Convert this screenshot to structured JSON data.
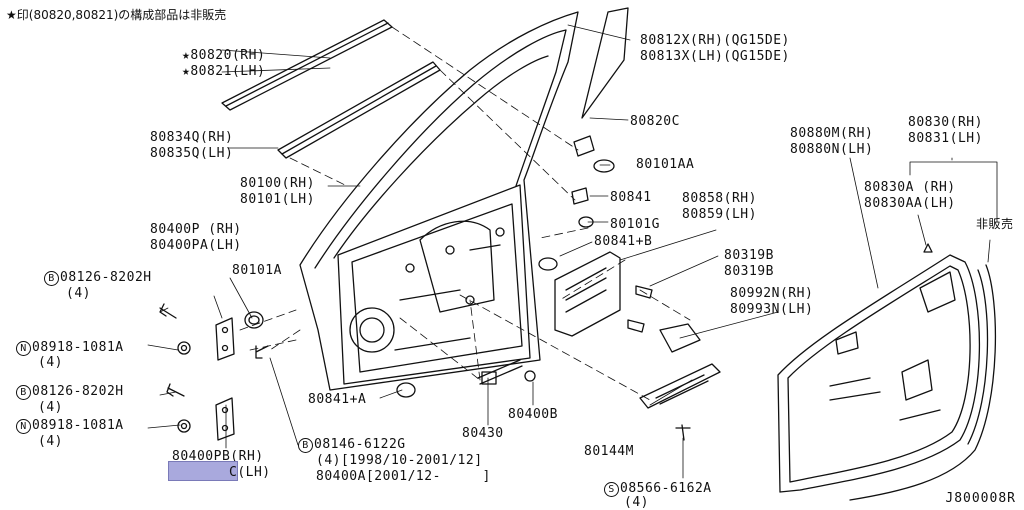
{
  "header_note": "★印(80820,80821)の構成部品は非販売",
  "diagram_ref": "J800008R",
  "labels": {
    "p80820_rh": "★80820(RH)",
    "p80821_lh": "★80821(LH)",
    "p80834q_rh": "80834Q(RH)",
    "p80835q_lh": "80835Q(LH)",
    "p80100_rh": "80100(RH)",
    "p80101_lh": "80101(LH)",
    "p80400p_rh": "80400P (RH)",
    "p80400pa_lh": "80400PA(LH)",
    "p80101a": "80101A",
    "p08126_1": "08126-8202H",
    "p08126_1_qty": "(4)",
    "p08918_1": "08918-1081A",
    "p08918_1_qty": "(4)",
    "p08126_2": "08126-8202H",
    "p08126_2_qty": "(4)",
    "p08918_2": "08918-1081A",
    "p08918_2_qty": "(4)",
    "p80400pb_rh": "80400PB(RH)",
    "p80400pc_lh": "C(LH)",
    "p08146": "08146-6122G",
    "p08146_qty": "(4)[1998/10-2001/12]",
    "p80400a": "80400A[2001/12-     ]",
    "p80841a": "80841+A",
    "p80430": "80430",
    "p80400b": "80400B",
    "p80812x": "80812X(RH)(QG15DE)",
    "p80813x": "80813X(LH)(QG15DE)",
    "p80820c": "80820C",
    "p80101aa": "80101AA",
    "p80841": "80841",
    "p80101g": "80101G",
    "p80841b": "80841+B",
    "p80858": "80858(RH)",
    "p80859": "80859(LH)",
    "p80319b_1": "80319B",
    "p80319b_2": "80319B",
    "p80992n": "80992N(RH)",
    "p80993n": "80993N(LH)",
    "p80144m": "80144M",
    "p08566": "08566-6162A",
    "p08566_qty": "(4)",
    "p80880m": "80880M(RH)",
    "p80880n": "80880N(LH)",
    "p80830": "80830(RH)",
    "p80831": "80831(LH)",
    "p80830a": "80830A (RH)",
    "p80830aa": "80830AA(LH)",
    "not_for_sale": "非販売"
  },
  "markers": {
    "b": "B",
    "n": "N",
    "s": "S"
  }
}
